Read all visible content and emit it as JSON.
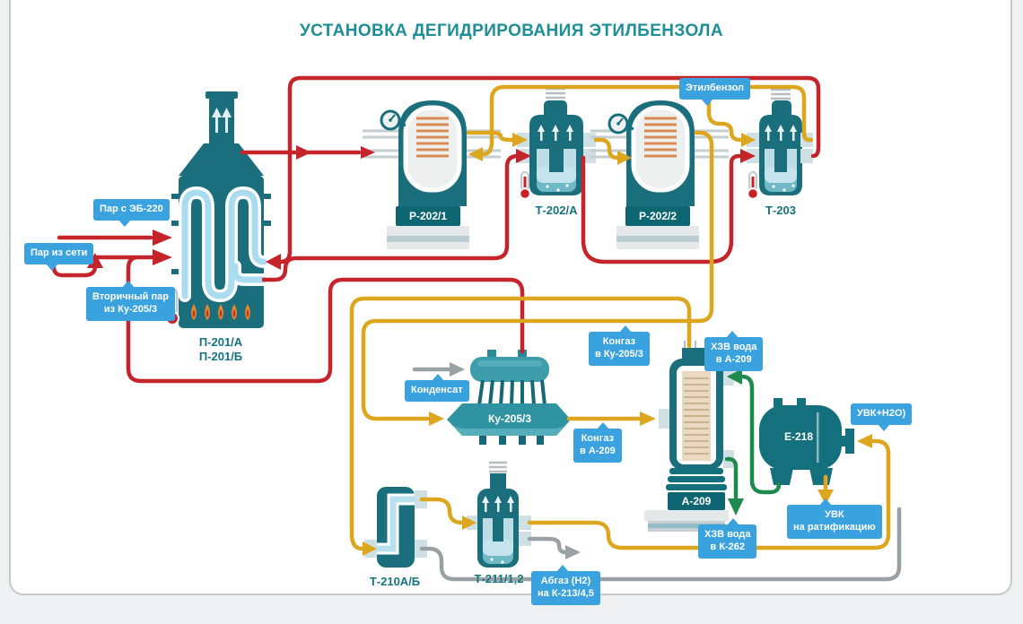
{
  "title": "УСТАНОВКА ДЕГИДРИРОВАНИЯ ЭТИЛБЕНЗОЛА",
  "colors": {
    "steam_line": "#c5242b",
    "process_line": "#dca61f",
    "water_line": "#1f8a4d",
    "gas_line": "#9aa1a5",
    "callout_bg": "#3aa2de",
    "equipment_teal": "#1b6f7d",
    "title_teal": "#1e8f97"
  },
  "callouts": {
    "par_s_eb220": {
      "line1": "Пар с ЭБ-220"
    },
    "par_iz_seti": {
      "line1": "Пар из сети"
    },
    "vtor_par": {
      "line1": "Вторичный пар",
      "line2": "из Ку-205/3"
    },
    "etilbenzol": {
      "line1": "Этилбензол"
    },
    "kondensat": {
      "line1": "Конденсат"
    },
    "kongaz_ku": {
      "line1": "Конгаз",
      "line2": "в Ку-205/3"
    },
    "kongaz_a209": {
      "line1": "Конгаз",
      "line2": "в А-209"
    },
    "hzv_a209": {
      "line1": "ХЗВ вода",
      "line2": "в А-209"
    },
    "uvk_h2o": {
      "line1": "УВК+Н2О)"
    },
    "uvk_ratif": {
      "line1": "УВК",
      "line2": "на ратификацию"
    },
    "hzv_k262": {
      "line1": "ХЗВ вода",
      "line2": "в К-262"
    },
    "abgaz": {
      "line1": "Абгаз (Н2)",
      "line2": "на К-213/4,5"
    }
  },
  "equipment": {
    "furnace": {
      "line1": "П-201/А",
      "line2": "П-201/Б"
    },
    "r2021": {
      "label": "Р-202/1"
    },
    "t202a": {
      "label": "Т-202/А"
    },
    "r2022": {
      "label": "Р-202/2"
    },
    "t203": {
      "label": "Т-203"
    },
    "ku2053": {
      "label": "Ку-205/3"
    },
    "a209": {
      "label": "А-209"
    },
    "e218": {
      "label": "Е-218"
    },
    "t210ab": {
      "label": "Т-210А/Б"
    },
    "t211": {
      "label": "Т-211/1,2"
    }
  },
  "icons": {
    "thermometer": "thermometer",
    "pressure_gauge": "pressure-gauge",
    "flame": "flame",
    "up_arrow": "up-arrow",
    "vent": "vent-dashes"
  }
}
